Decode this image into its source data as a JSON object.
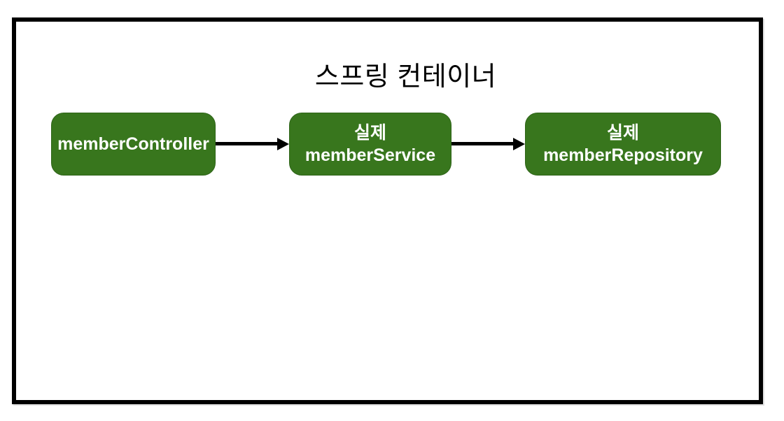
{
  "colors": {
    "background": "#ffffff",
    "frame_border": "#000000",
    "title_text": "#000000",
    "node_fill": "#38761d",
    "node_border": "#2e6418",
    "node_text": "#ffffff",
    "arrow": "#000000"
  },
  "diagram": {
    "title": "스프링 컨테이너",
    "nodes": [
      {
        "id": "memberController",
        "lines": [
          "memberController"
        ]
      },
      {
        "id": "memberService",
        "lines": [
          "실제",
          "memberService"
        ]
      },
      {
        "id": "memberRepository",
        "lines": [
          "실제",
          "memberRepository"
        ]
      }
    ],
    "arrows": [
      {
        "from": "memberController",
        "to": "memberService"
      },
      {
        "from": "memberService",
        "to": "memberRepository"
      }
    ]
  }
}
